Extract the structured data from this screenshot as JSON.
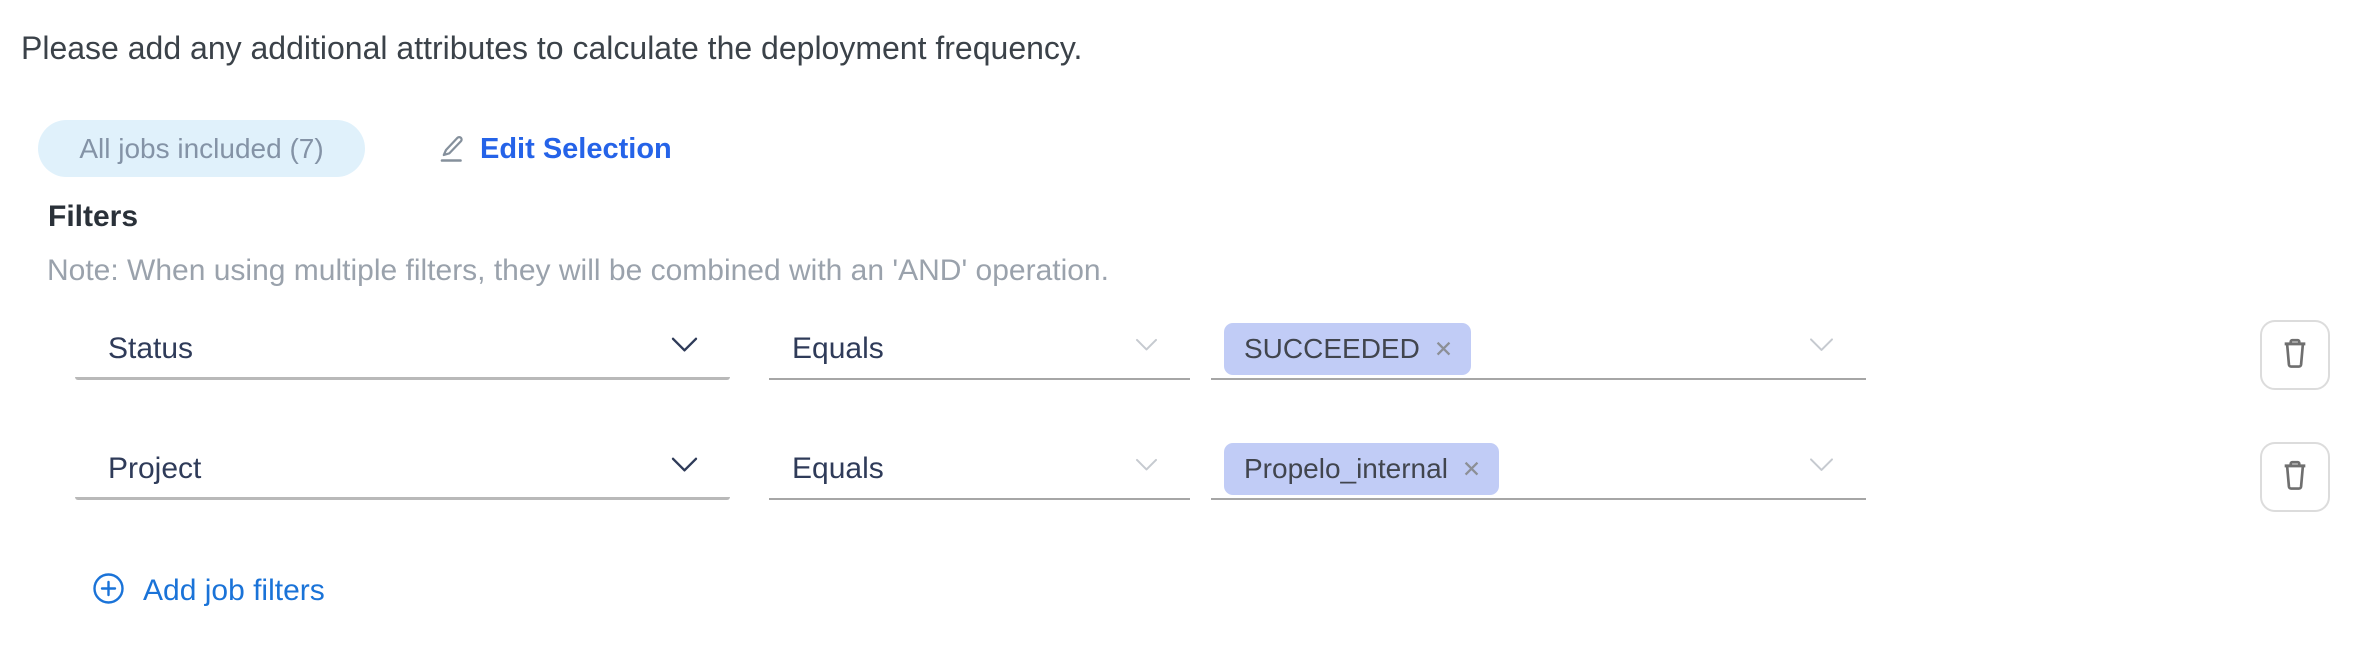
{
  "intro": {
    "text": "Please add any additional attributes to calculate the deployment frequency."
  },
  "jobs": {
    "badge_label": "All jobs included (7)",
    "edit_label": "Edit Selection"
  },
  "filters": {
    "heading": "Filters",
    "note": "Note: When using multiple filters, they will be combined with an 'AND' operation.",
    "rows": [
      {
        "attribute": "Status",
        "operator": "Equals",
        "value": "SUCCEEDED"
      },
      {
        "attribute": "Project",
        "operator": "Equals",
        "value": "Propelo_internal"
      }
    ],
    "add_label": "Add job filters"
  },
  "icons": {
    "remove_tag": "✕"
  },
  "colors": {
    "edit_link_blue": "#2563e8",
    "add_link_blue": "#1a73d8",
    "tag_background": "#c1ccf6",
    "badge_background": "#e0f1fb",
    "badge_text": "#8493a6",
    "field_label_navy": "#2f3b59",
    "note_gray": "#9aa2ac"
  }
}
